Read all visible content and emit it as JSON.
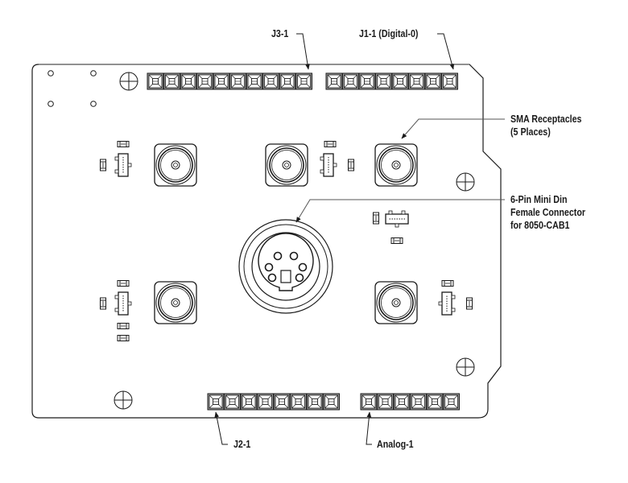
{
  "diagram": {
    "title": "",
    "subject": "PCB board outline with connectors",
    "colors": {
      "outline": "#1a1a1a",
      "board_edge_top": "#808080",
      "header_fill": "#9a9a9a",
      "text": "#1a1a1a",
      "background": "#ffffff"
    }
  },
  "labels": {
    "j3": "J3-1",
    "j1": "J1-1 (Digital-0)",
    "sma_line1": "SMA Receptacles",
    "sma_line2": "(5 Places)",
    "din_line1": "6-Pin Mini Din",
    "din_line2": "Female Connector",
    "din_line3": "for 8050-CAB1",
    "j2": "J2-1",
    "analog": "Analog-1"
  },
  "headers": {
    "j3": {
      "name": "J3",
      "pins": 10
    },
    "j1": {
      "name": "J1 (Digital)",
      "pins": 8
    },
    "j2": {
      "name": "J2",
      "pins": 8
    },
    "analog": {
      "name": "Analog",
      "pins": 6
    }
  },
  "sma_receptacles": {
    "count": 5
  },
  "mini_din": {
    "pins": 6
  },
  "mounting_holes": {
    "count": 4
  },
  "small_holes": {
    "count": 4
  }
}
